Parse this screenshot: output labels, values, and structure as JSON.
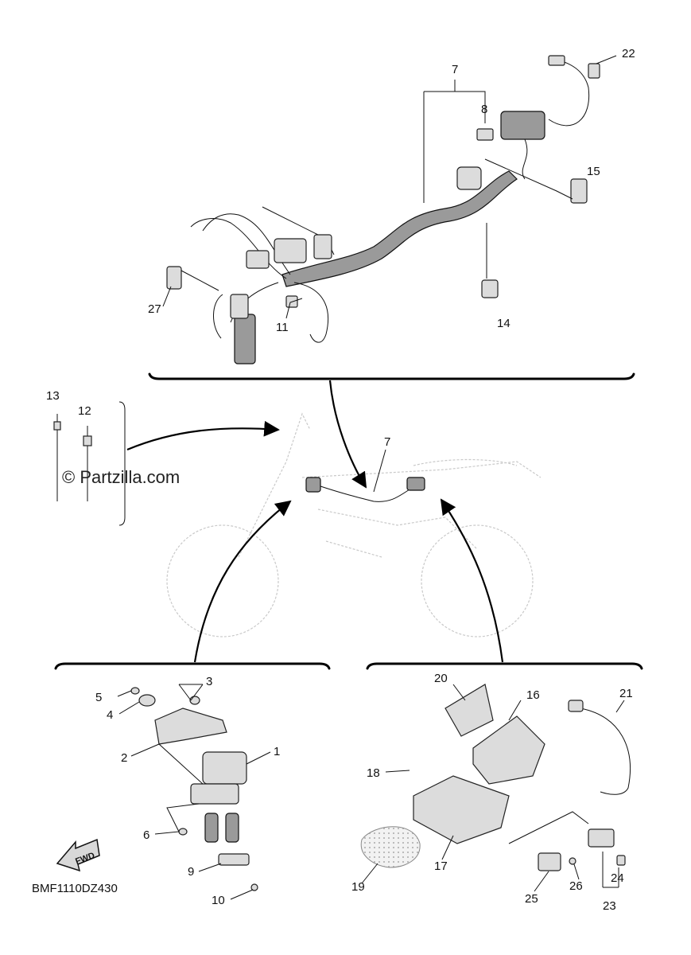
{
  "watermark": "© Partzilla.com",
  "diagram_code": "BMF1110DZ430",
  "fwd_label": "FWD",
  "callouts": {
    "c1": "1",
    "c2": "2",
    "c3": "3",
    "c4": "4",
    "c5": "5",
    "c6": "6",
    "c7a": "7",
    "c7b": "7",
    "c8": "8",
    "c9": "9",
    "c10": "10",
    "c11": "11",
    "c12": "12",
    "c13": "13",
    "c14": "14",
    "c15": "15",
    "c16": "16",
    "c17": "17",
    "c18": "18",
    "c19": "19",
    "c20": "20",
    "c21": "21",
    "c22": "22",
    "c23": "23",
    "c24": "24",
    "c25": "25",
    "c26": "26",
    "c27": "27"
  }
}
